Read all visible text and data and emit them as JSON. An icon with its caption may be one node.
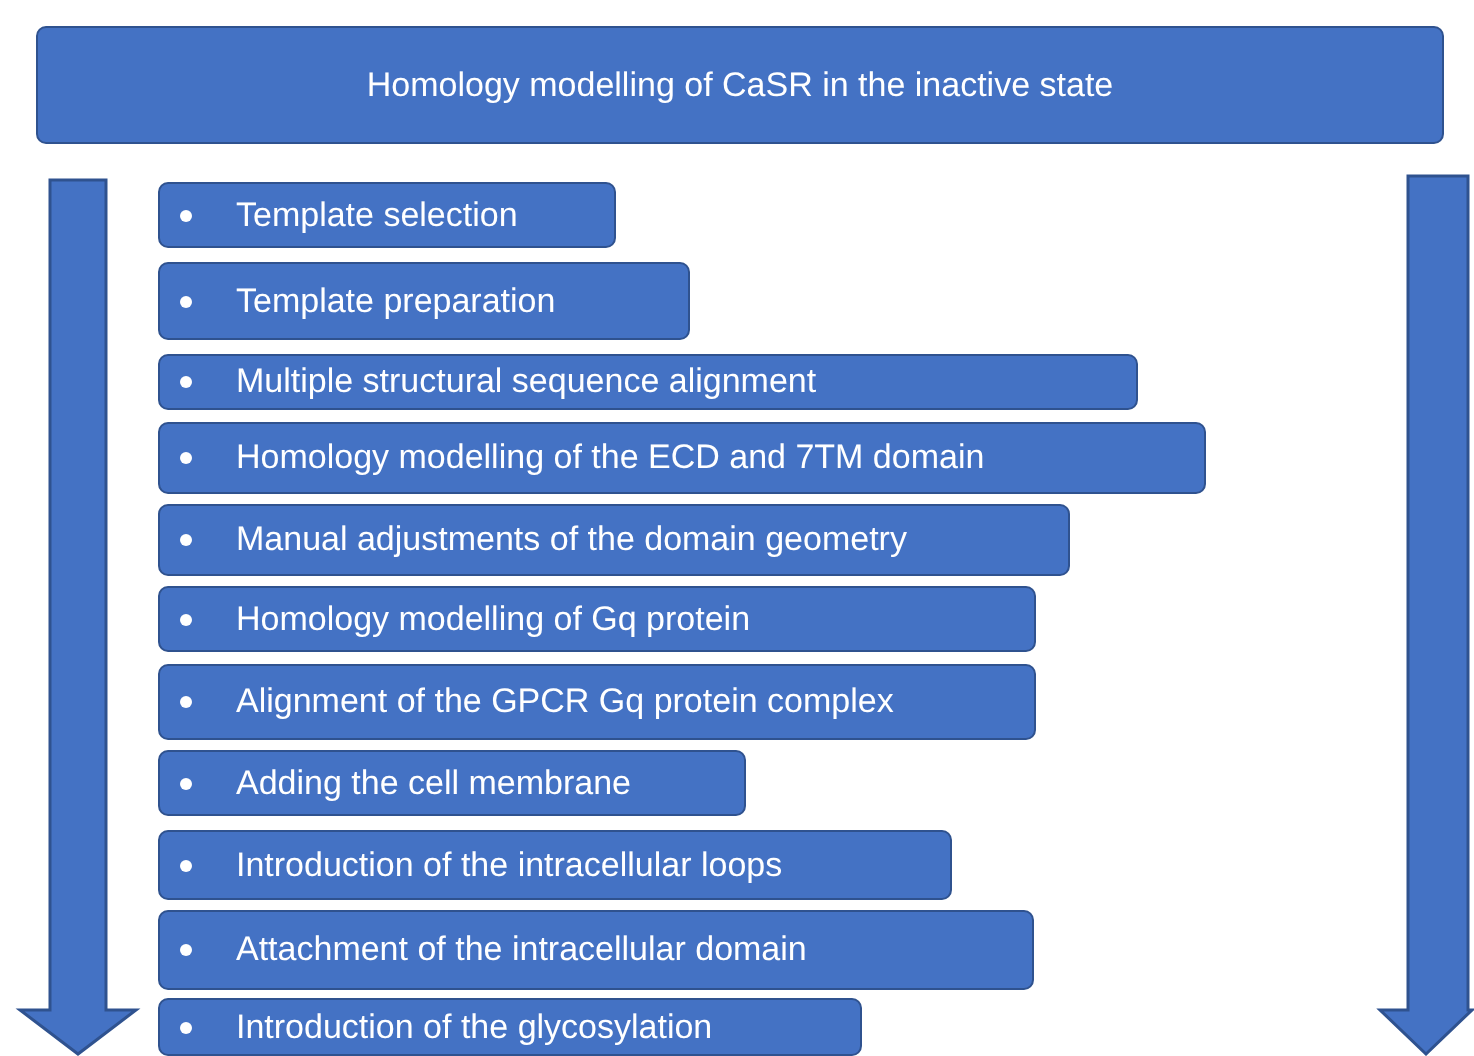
{
  "diagram": {
    "title": "Homology modelling of CaSR in the inactive state",
    "nodes": [
      {
        "text": [
          "Template selection"
        ]
      },
      {
        "text": [
          "Template preparation"
        ]
      },
      {
        "text": [
          "Multiple structural sequence alignment"
        ]
      },
      {
        "text": [
          "Homology modelling of the ECD and 7TM domain"
        ]
      },
      {
        "text": [
          "Manual adjustments of the domain geometry"
        ]
      },
      {
        "text": [
          "Homology modelling of Gq protein"
        ]
      },
      {
        "text": [
          "Alignment of the GPCR Gq protein complex"
        ]
      },
      {
        "text": [
          "Adding the cell membrane"
        ]
      },
      {
        "text": [
          "Introduction of the intracellular loops"
        ]
      },
      {
        "text": [
          "Attachment of the intracellular domain"
        ]
      },
      {
        "text": [
          "Introduction of the glycosylation"
        ]
      }
    ]
  }
}
